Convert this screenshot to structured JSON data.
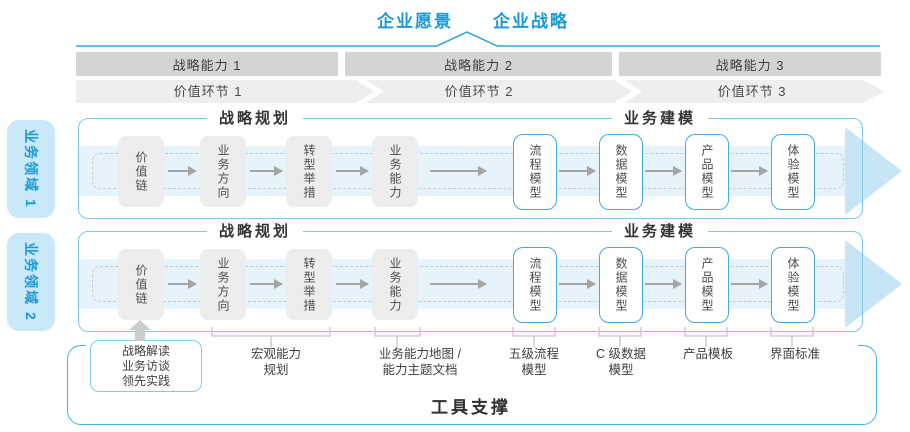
{
  "title": {
    "vision": "企业愿景",
    "strategy": "企业战略"
  },
  "capability_bars": [
    {
      "label": "战略能力 1"
    },
    {
      "label": "战略能力 2"
    },
    {
      "label": "战略能力 3"
    }
  ],
  "value_links": [
    {
      "label": "价值环节 1"
    },
    {
      "label": "价值环节 2"
    },
    {
      "label": "价值环节 3"
    }
  ],
  "domains": [
    {
      "label": "业务领域 1"
    },
    {
      "label": "业务领域 2"
    }
  ],
  "rows": [
    {
      "plan_header": "战略规划",
      "model_header": "业务建模",
      "plan_boxes": [
        "价值链",
        "业务方向",
        "转型举措",
        "业务能力"
      ],
      "model_boxes": [
        "流程模型",
        "数据模型",
        "产品模型",
        "体验模型"
      ]
    },
    {
      "plan_header": "战略规划",
      "model_header": "业务建模",
      "plan_boxes": [
        "价值链",
        "业务方向",
        "转型举措",
        "业务能力"
      ],
      "model_boxes": [
        "流程模型",
        "数据模型",
        "产品模型",
        "体验模型"
      ]
    }
  ],
  "annotations": {
    "note_lines": [
      "战略解读",
      "业务访谈",
      "领先实践"
    ],
    "labels": [
      {
        "lines": [
          "宏观能力",
          "规划"
        ]
      },
      {
        "lines": [
          "业务能力地图 /",
          "能力主题文档"
        ]
      },
      {
        "lines": [
          "五级流程",
          "模型"
        ]
      },
      {
        "lines": [
          "C 级数据",
          "模型"
        ]
      },
      {
        "lines": [
          "产品模板"
        ]
      },
      {
        "lines": [
          "界面标准"
        ]
      }
    ]
  },
  "footer": {
    "tool_support": "工具支撑"
  },
  "colors": {
    "accent_blue": "#1b9ad6",
    "container_border_blue": "#7cc9ec",
    "box_border_blue": "#45abdd",
    "band_blue": "#e6f3fb",
    "arrowhead_blue": "#c8e5f6",
    "bar_gray": "#d4d4d4",
    "chevron_gray": "#eeeeee",
    "box_gray": "#ededed",
    "connector_gray": "#a5a5a5",
    "bracket_gray": "#c6c6c6",
    "domain_bg_blue": "#c9e8f8"
  }
}
